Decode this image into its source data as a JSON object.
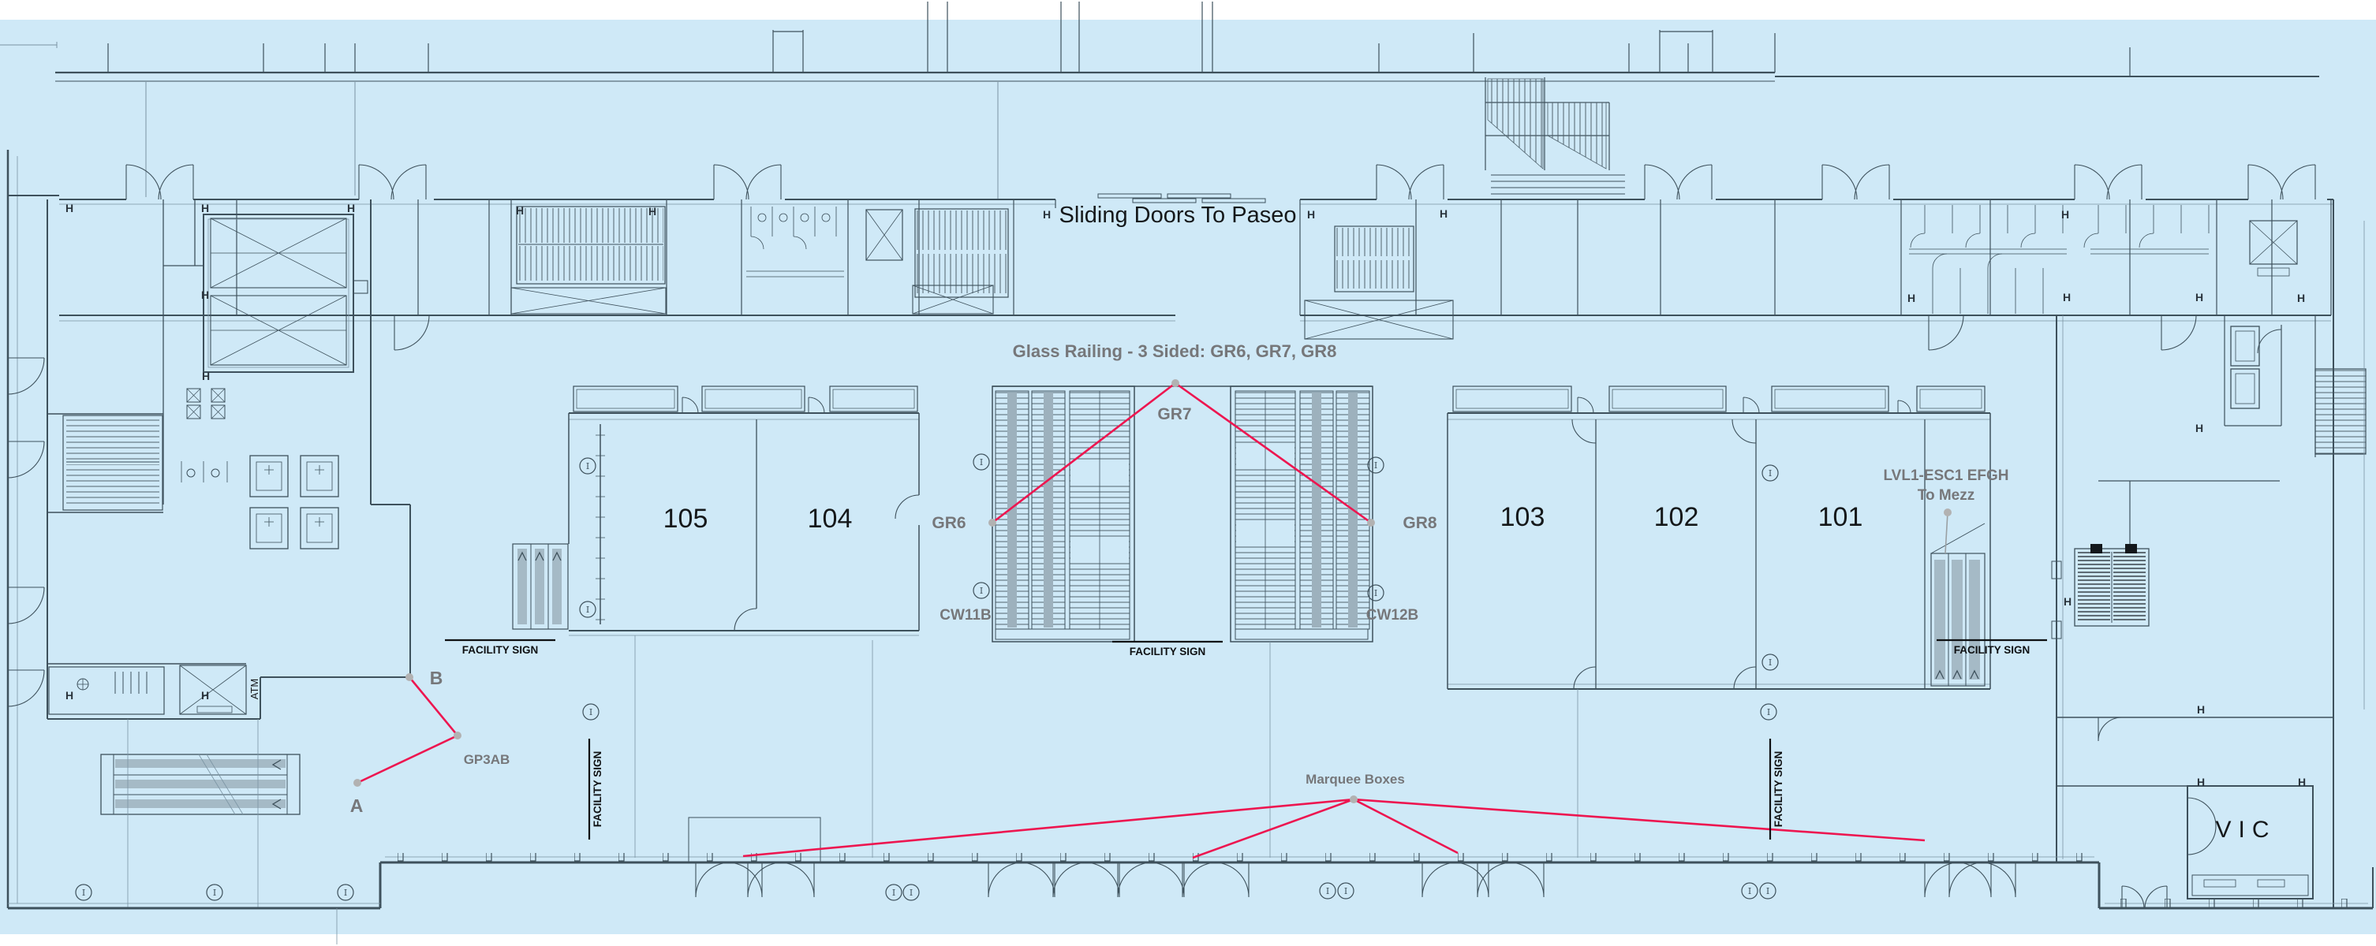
{
  "colors": {
    "background": "#cfe9f7",
    "wall_line": "#3e515c",
    "light_line": "#7b94a3",
    "escalator_fill": "#9db1bd",
    "annotation_red": "#ed1650",
    "annotation_gray": "#76777a",
    "text_black": "#15181a",
    "leader_dot": "#b2b2b2"
  },
  "annotations": {
    "sliding_doors": "Sliding Doors To Paseo",
    "glass_railing": "Glass Railing - 3 Sided: GR6, GR7, GR8",
    "gr6": "GR6",
    "gr7": "GR7",
    "gr8": "GR8",
    "cw11b": "CW11B",
    "cw12b": "CW12B",
    "lvl1_line1": "LVL1-ESC1 EFGH",
    "lvl1_line2": "To Mezz",
    "marquee_boxes": "Marquee Boxes",
    "gp3ab": "GP3AB",
    "point_a": "A",
    "point_b": "B"
  },
  "rooms": [
    "105",
    "104",
    "103",
    "102",
    "101"
  ],
  "areas": {
    "vic": "VIC",
    "atm": "ATM"
  },
  "signs": {
    "facility": "FACILITY SIGN"
  },
  "markers": {
    "hose_valve": "H",
    "column": "I"
  }
}
